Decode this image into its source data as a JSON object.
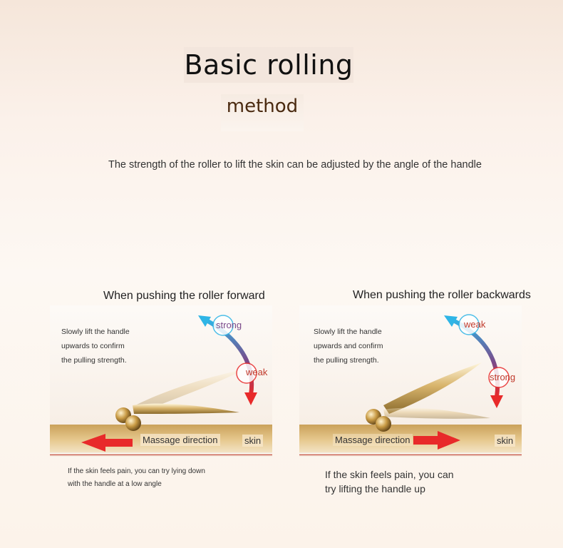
{
  "title": "Basic rolling",
  "subtitle": "method",
  "intro": "The strength of the roller to lift the skin can be adjusted by the angle of the handle",
  "panels": [
    {
      "heading": "When pushing the roller forward",
      "note_lines": [
        "Slowly lift the handle",
        "upwards to confirm",
        "the pulling strength."
      ],
      "top_label": "strong",
      "bottom_label": "weak",
      "direction_label": "Massage direction",
      "skin_label": "skin",
      "pain_lines": [
        "If the skin feels pain, you can try lying down",
        "with the handle at a low angle"
      ]
    },
    {
      "heading": "When pushing the roller backwards",
      "note_lines": [
        "Slowly lift the handle",
        "upwards and confirm",
        "the pulling strength."
      ],
      "top_label": "weak",
      "bottom_label": "strong",
      "direction_label": "Massage direction",
      "skin_label": "skin",
      "pain_lines": [
        "If the skin feels pain, you can",
        "try lifting the handle up"
      ]
    }
  ],
  "colors": {
    "arrow_red": "#e82a2a",
    "arrow_cyan": "#2fb5e6",
    "arrow_purple": "#7a4a8a",
    "label_red": "#c0392b",
    "gold": "#c9a35e"
  }
}
